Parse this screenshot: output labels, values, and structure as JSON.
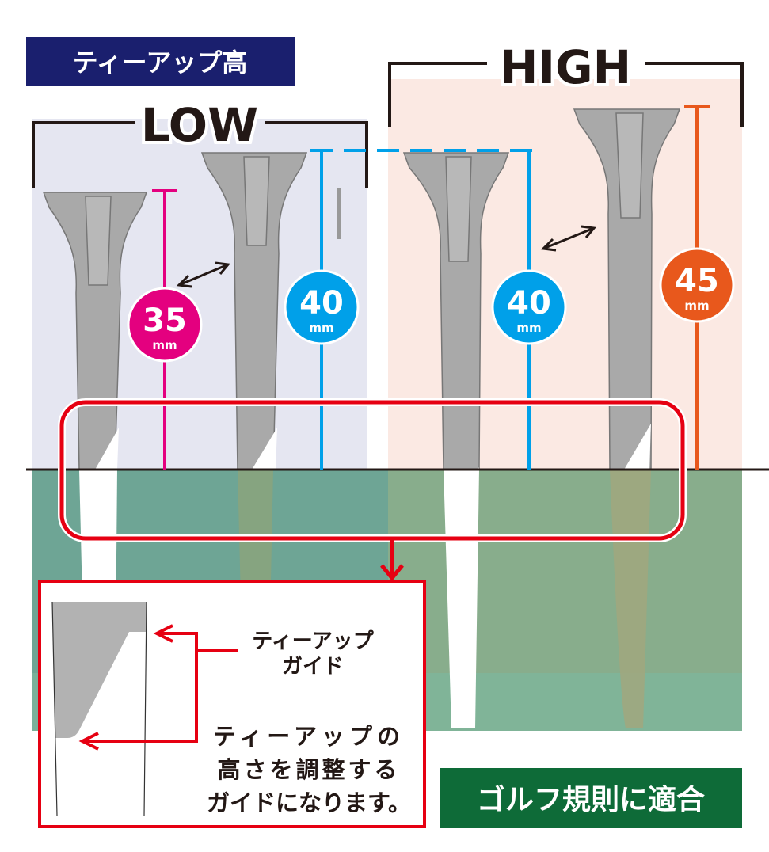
{
  "title": "ティーアップ高",
  "low_label": "LOW",
  "high_label": "HIGH",
  "measures": [
    {
      "value": "35",
      "unit": "mm",
      "color": "#e4007f"
    },
    {
      "value": "40",
      "unit": "mm",
      "color": "#00a0e9"
    },
    {
      "value": "40",
      "unit": "mm",
      "color": "#00a0e9"
    },
    {
      "value": "45",
      "unit": "mm",
      "color": "#e8581c"
    }
  ],
  "inset": {
    "guide_label_line1": "ティーアップ",
    "guide_label_line2": "ガイド",
    "desc_line1": "ティーアップの",
    "desc_line2": "高さを調整する",
    "desc_line3": "ガイドになります。"
  },
  "rules_badge": "ゴルフ規則に適合",
  "colors": {
    "navy": "#1a1f6e",
    "red": "#e60012",
    "green_badge": "#0e6b38"
  }
}
